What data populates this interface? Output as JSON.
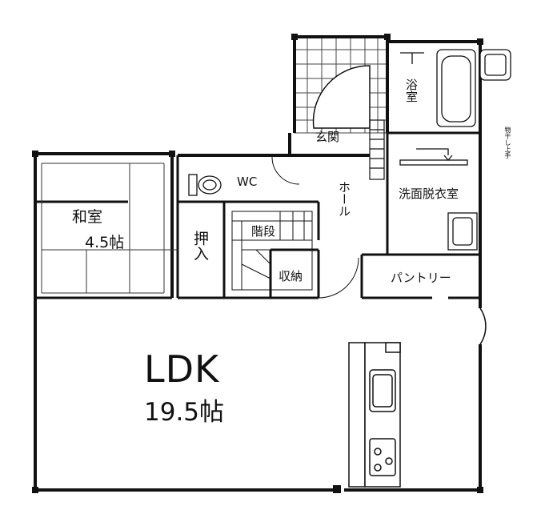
{
  "rooms": {
    "ldk_name": "LDK",
    "ldk_size": "19.5帖",
    "washitsu_name": "和室",
    "washitsu_size": "4.5帖",
    "oshiire": "押入",
    "wc": "WC",
    "kaidan": "階段",
    "shuno": "収納",
    "hall": "ホール",
    "genkan": "玄関",
    "yokushitsu": "浴室",
    "senmen": "洗面脱衣室",
    "pantry": "パントリー",
    "monohoshi": "物干し上手"
  },
  "colors": {
    "wall": "#111111",
    "tile_grid": "#444444",
    "background": "#ffffff"
  }
}
